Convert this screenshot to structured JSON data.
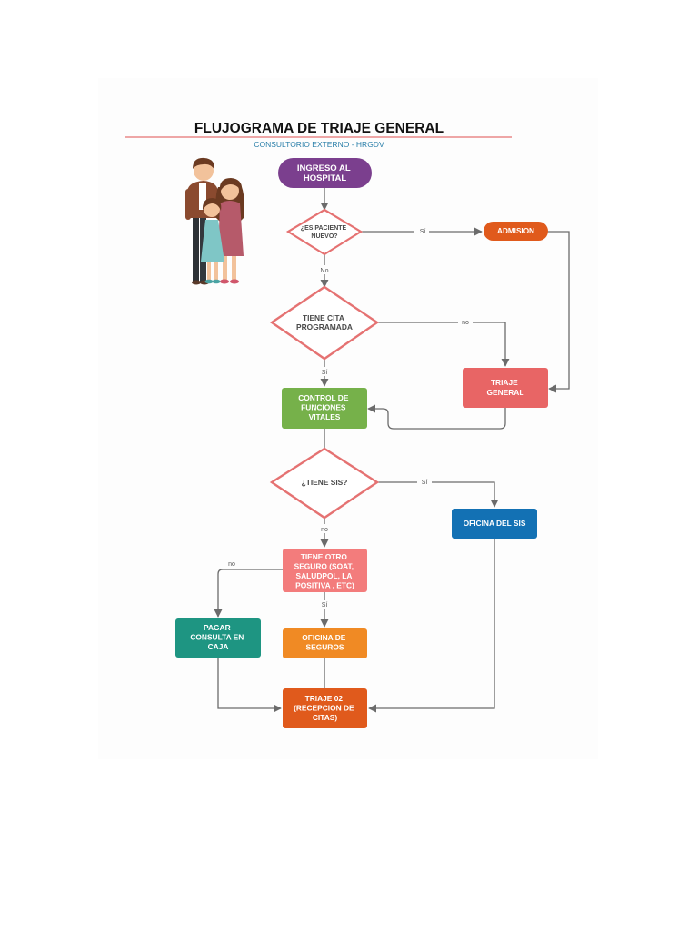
{
  "title": "FLUJOGRAMA DE TRIAJE GENERAL",
  "subtitle": "CONSULTORIO EXTERNO - HRGDV",
  "colors": {
    "purple": "#7b3f8e",
    "orange_dark": "#e05a1c",
    "salmon_red": "#e86565",
    "green": "#76b14a",
    "blue": "#1371b4",
    "pink": "#f37c7c",
    "teal": "#1e9582",
    "orange": "#f08a24",
    "diamond_stroke": "#e57272",
    "title_rule": "#e57272",
    "subtitle": "#2a7fa9"
  },
  "nodes": {
    "ingreso": [
      "INGRESO AL",
      "HOSPITAL"
    ],
    "es_paciente_nuevo": [
      "¿ES PACIENTE",
      "NUEVO?"
    ],
    "admision": [
      "ADMISION"
    ],
    "tiene_cita": [
      "TIENE CITA",
      "PROGRAMADA"
    ],
    "triaje_general": [
      "TRIAJE",
      "GENERAL"
    ],
    "control_funciones": [
      "CONTROL DE",
      "FUNCIONES",
      "VITALES"
    ],
    "tiene_sis": [
      "¿TIENE SIS?"
    ],
    "oficina_sis": [
      "OFICINA DEL SIS"
    ],
    "tiene_otro_seguro": [
      "TIENE OTRO",
      "SEGURO (SOAT,",
      "SALUDPOL, LA",
      "POSITIVA , ETC)"
    ],
    "pagar_consulta": [
      "PAGAR",
      "CONSULTA EN",
      "CAJA"
    ],
    "oficina_seguros": [
      "OFICINA DE",
      "SEGUROS"
    ],
    "triaje_02": [
      "TRIAJE 02",
      "(RECEPCION DE",
      "CITAS)"
    ]
  },
  "edge_labels": {
    "nuevo_si": "Sí",
    "nuevo_no": "No",
    "cita_no": "no",
    "cita_si": "Sí",
    "sis_si": "Sí",
    "sis_no": "no",
    "seguro_no": "no",
    "seguro_si": "Sí"
  },
  "illustration": "family-illustration"
}
